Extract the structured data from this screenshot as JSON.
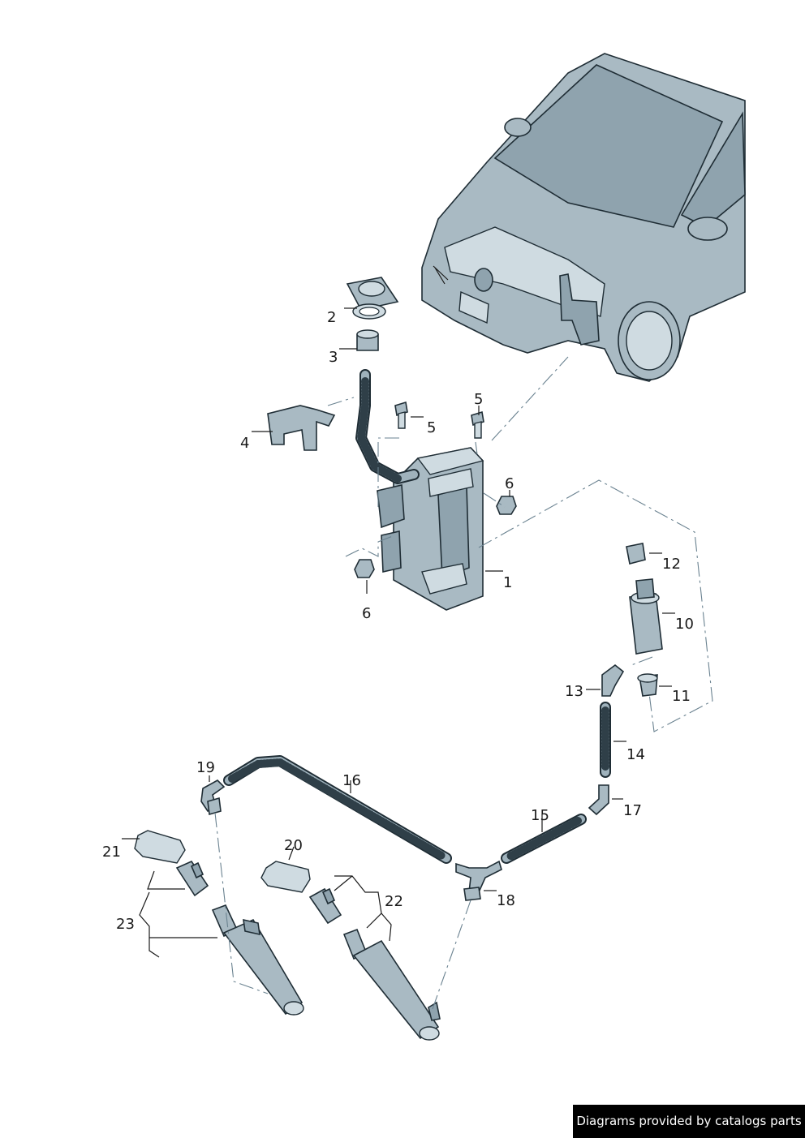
{
  "callouts": [
    {
      "id": "c1",
      "text": "1"
    },
    {
      "id": "c2",
      "text": "2"
    },
    {
      "id": "c3",
      "text": "3"
    },
    {
      "id": "c4",
      "text": "4"
    },
    {
      "id": "c5a",
      "text": "5"
    },
    {
      "id": "c5b",
      "text": "5"
    },
    {
      "id": "c6a",
      "text": "6"
    },
    {
      "id": "c6b",
      "text": "6"
    },
    {
      "id": "c10",
      "text": "10"
    },
    {
      "id": "c11",
      "text": "11"
    },
    {
      "id": "c12",
      "text": "12"
    },
    {
      "id": "c13",
      "text": "13"
    },
    {
      "id": "c14",
      "text": "14"
    },
    {
      "id": "c15",
      "text": "15"
    },
    {
      "id": "c16",
      "text": "16"
    },
    {
      "id": "c17",
      "text": "17"
    },
    {
      "id": "c18",
      "text": "18"
    },
    {
      "id": "c19",
      "text": "19"
    },
    {
      "id": "c20",
      "text": "20"
    },
    {
      "id": "c21",
      "text": "21"
    },
    {
      "id": "c22",
      "text": "22"
    },
    {
      "id": "c23",
      "text": "23"
    }
  ],
  "credit": {
    "text": "Diagrams provided by catalogs parts"
  },
  "colors": {
    "part_fill": "#a9bac3",
    "outline": "#1f2d35",
    "background": "#ffffff",
    "credit_bg": "#000000",
    "credit_text": "#ffffff"
  }
}
